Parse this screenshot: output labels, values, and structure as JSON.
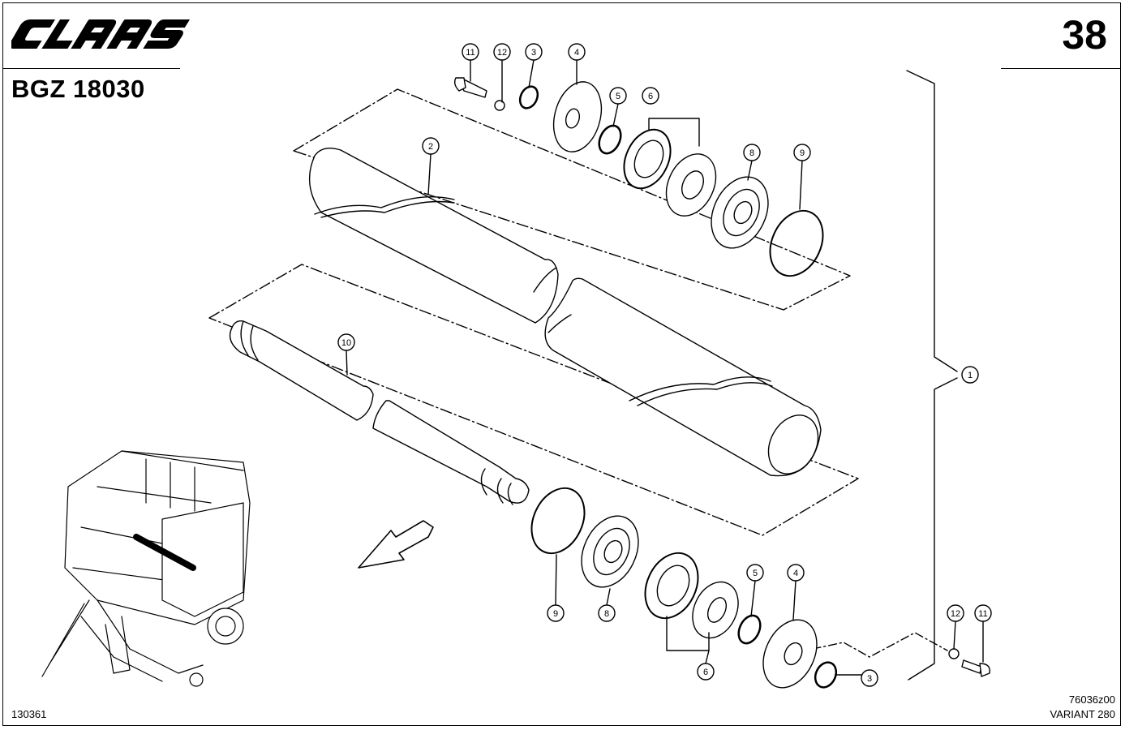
{
  "header": {
    "brand": "CLAAS",
    "doc_code": "BGZ 18030",
    "page_number": "38"
  },
  "footer": {
    "drawing_ref": "130361",
    "image_code": "76036z00",
    "variant": "VARIANT 280"
  },
  "callouts": {
    "c1": "1",
    "c2": "2",
    "c3": "3",
    "c4": "4",
    "c5": "5",
    "c6": "6",
    "c8": "8",
    "c9": "9",
    "c10": "10",
    "c11": "11",
    "c12": "12"
  },
  "colors": {
    "ink": "#000000",
    "paper": "#ffffff"
  }
}
